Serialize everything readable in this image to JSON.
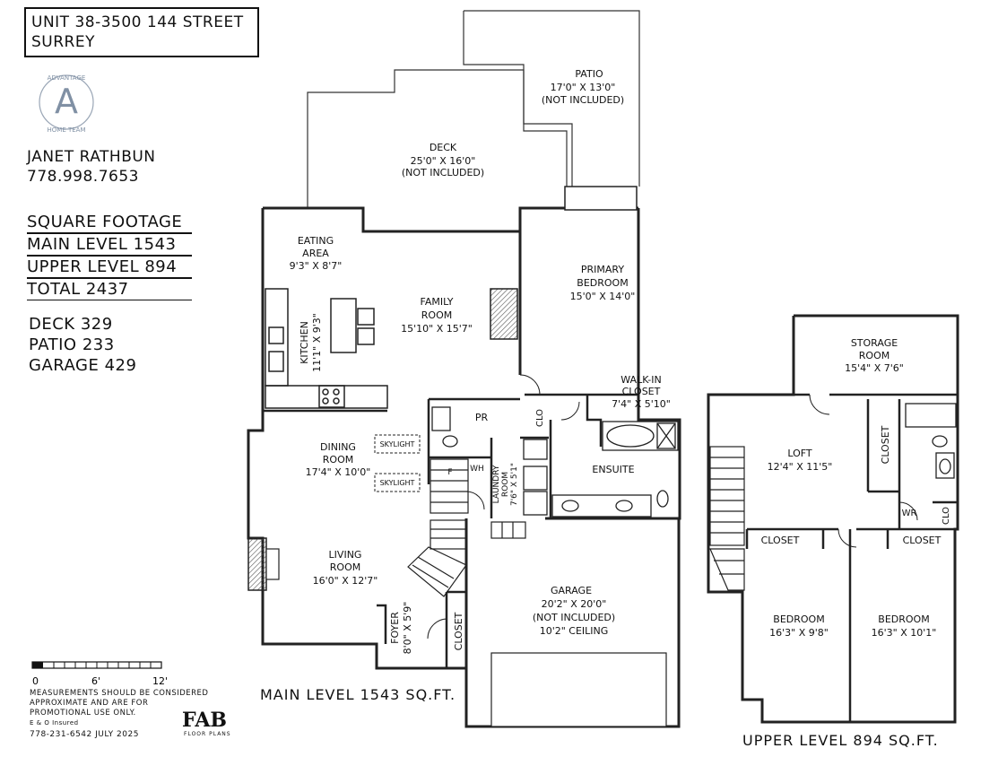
{
  "header": {
    "address_line1": "UNIT 38-3500 144 STREET",
    "address_line2": "SURREY"
  },
  "logo": {
    "top": "ADVANTAGE",
    "letter": "A",
    "bottom": "HOME TEAM"
  },
  "agent": {
    "name": "JANET RATHBUN",
    "phone": "778.998.7653"
  },
  "square_footage": {
    "heading": "SQUARE FOOTAGE",
    "main": "MAIN LEVEL 1543",
    "upper": "UPPER LEVEL 894",
    "total": "TOTAL 2437"
  },
  "extras": {
    "deck": "DECK 329",
    "patio": "PATIO 233",
    "garage": "GARAGE 429"
  },
  "scale": {
    "zero": "0",
    "six": "6'",
    "twelve": "12'"
  },
  "disclaimer": {
    "line1": "MEASUREMENTS SHOULD BE CONSIDERED",
    "line2": "APPROXIMATE AND ARE FOR",
    "line3": "PROMOTIONAL USE ONLY.",
    "line4": "E & O Insured",
    "line5": "778-231-6542  JULY 2025"
  },
  "brand": {
    "name": "FAB",
    "sub": "FLOOR PLANS"
  },
  "captions": {
    "main": "MAIN LEVEL 1543 SQ.FT.",
    "upper": "UPPER LEVEL 894 SQ.FT."
  },
  "rooms": {
    "patio": {
      "name": "PATIO",
      "dims": "17'0\" X 13'0\"",
      "note": "(NOT INCLUDED)"
    },
    "deck": {
      "name": "DECK",
      "dims": "25'0\" X 16'0\"",
      "note": "(NOT INCLUDED)"
    },
    "eating": {
      "name1": "EATING",
      "name2": "AREA",
      "dims": "9'3\" X 8'7\""
    },
    "family": {
      "name1": "FAMILY",
      "name2": "ROOM",
      "dims": "15'10\" X 15'7\""
    },
    "primary": {
      "name1": "PRIMARY",
      "name2": "BEDROOM",
      "dims": "15'0\" X 14'0\""
    },
    "kitchen": {
      "name": "KITCHEN",
      "dims": "11'1\" X 9'3\""
    },
    "walkin": {
      "name1": "WALK-IN",
      "name2": "CLOSET",
      "dims": "7'4\" X 5'10\""
    },
    "pr": "PR",
    "clo": "CLO",
    "dining": {
      "name1": "DINING",
      "name2": "ROOM",
      "dims": "17'4\" X 10'0\""
    },
    "skylight": "SKYLIGHT",
    "laundry": {
      "name1": "LAUNDRY",
      "name2": "ROOM",
      "dims": "7'6\" X 5'1\""
    },
    "ensuite": "ENSUITE",
    "living": {
      "name1": "LIVING",
      "name2": "ROOM",
      "dims": "16'0\" X 12'7\""
    },
    "foyer": {
      "name": "FOYER",
      "dims": "8'0\" X 5'9\""
    },
    "closet": "CLOSET",
    "garage": {
      "name": "GARAGE",
      "dims": "20'2\" X 20'0\"",
      "note": "(NOT INCLUDED)",
      "ceiling": "10'2\" CEILING"
    },
    "storage": {
      "name1": "STORAGE",
      "name2": "ROOM",
      "dims": "15'4\" X 7'6\""
    },
    "loft": {
      "name": "LOFT",
      "dims": "12'4\" X 11'5\""
    },
    "wr": "WR",
    "bedroom_left": {
      "name": "BEDROOM",
      "dims": "16'3\" X 9'8\""
    },
    "bedroom_right": {
      "name": "BEDROOM",
      "dims": "16'3\" X 10'1\""
    },
    "f_mark": "F",
    "wh_mark": "WH"
  }
}
